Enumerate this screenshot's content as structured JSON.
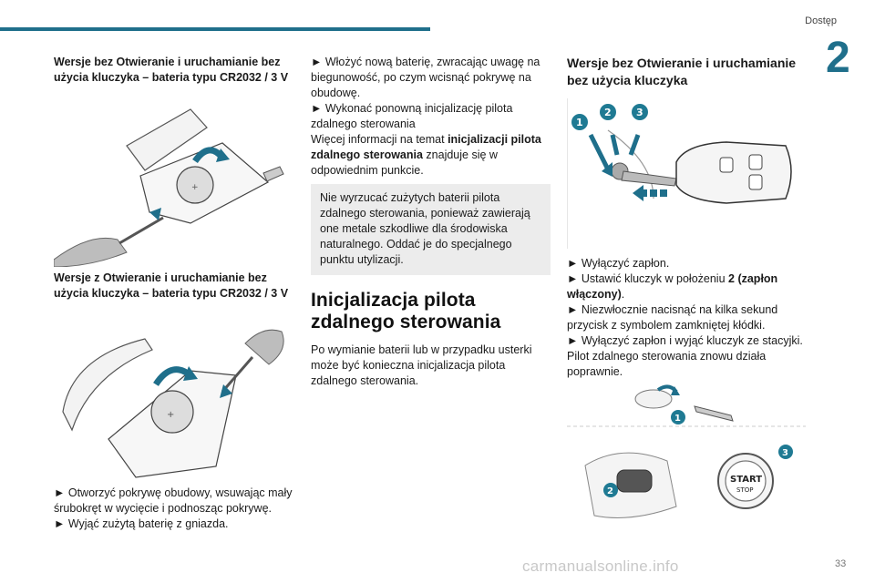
{
  "header": {
    "section": "Dostęp",
    "chapter": "2",
    "page": "33"
  },
  "col1": {
    "heading1": "Wersje bez Otwieranie i uruchamianie bez użycia kluczyka – bateria typu CR2032 / 3 V",
    "heading2": "Wersje z Otwieranie i uruchamianie bez użycia kluczyka – bateria typu CR2032 / 3 V",
    "step1": "► Otworzyć pokrywę obudowy, wsuwając mały śrubokręt w wycięcie i podnosząc pokrywę.",
    "step2": "► Wyjąć zużytą baterię z gniazda."
  },
  "col2": {
    "step3": "► Włożyć nową baterię, zwracając uwagę na biegunowość, po czym wcisnąć pokrywę na obudowę.",
    "step4": "► Wykonać ponowną inicjalizację pilota zdalnego sterowania",
    "ref_pre": "Więcej informacji na temat ",
    "ref_bold": "inicjalizacji pilota zdalnego sterowania",
    "ref_post": " znajduje się w odpowiednim punkcie.",
    "note": "Nie wyrzucać zużytych baterii pilota zdalnego sterowania, ponieważ zawierają one metale szkodliwe dla środowiska naturalnego. Oddać je do specjalnego punktu utylizacji.",
    "title": "Inicjalizacja pilota zdalnego sterowania",
    "body": "Po wymianie baterii lub w przypadku usterki może być konieczna inicjalizacja pilota zdalnego sterowania."
  },
  "col3": {
    "heading": "Wersje bez Otwieranie i uruchamianie bez użycia kluczyka",
    "s1": "► Wyłączyć zapłon.",
    "s2_pre": "► Ustawić kluczyk w położeniu ",
    "s2_bold": "2 (zapłon włączony)",
    "s2_post": ".",
    "s3": "► Niezwłocznie nacisnąć na kilka sekund przycisk z symbolem zamkniętej kłódki.",
    "s4": "► Wyłączyć zapłon i wyjąć kluczyk ze stacyjki.",
    "s5": "Pilot zdalnego sterowania znowu działa poprawnie.",
    "badge1": "1",
    "badge2": "2",
    "badge3": "3",
    "start_line1": "START",
    "start_line2": "STOP"
  },
  "watermark": "carmanualsonline.info",
  "colors": {
    "accent": "#1f6f8b",
    "note_bg": "#ececec",
    "badge": "#1f7a93"
  }
}
